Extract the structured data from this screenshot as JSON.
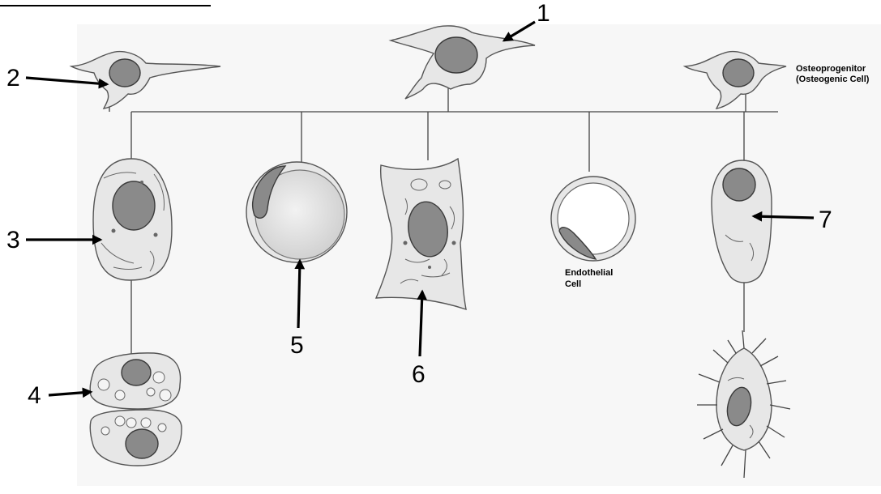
{
  "labels": {
    "n1": "1",
    "n2": "2",
    "n3": "3",
    "n4": "4",
    "n5": "5",
    "n6": "6",
    "n7": "7",
    "osteoprogenitor_line1": "Osteoprogenitor",
    "osteoprogenitor_line2": "(Osteogenic Cell)",
    "endothelial_line1": "Endothelial",
    "endothelial_line2": "Cell"
  },
  "colors": {
    "background": "#ffffff",
    "cell_fill": "#e7e7e7",
    "nucleus_fill": "#8a8a8a",
    "arrow": "#000000"
  }
}
